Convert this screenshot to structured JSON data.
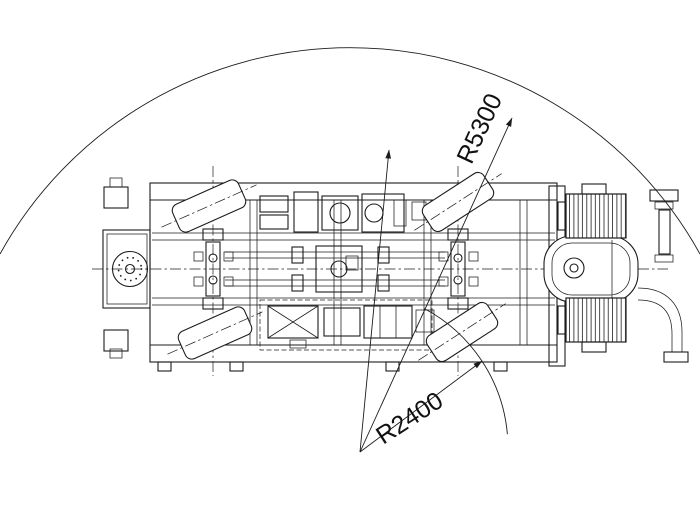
{
  "colors": {
    "background": "#ffffff",
    "line": "#1c1c1c",
    "text": "#111111"
  },
  "annotations": {
    "outer_radius_label": "R5300",
    "inner_radius_label": "R2400",
    "outer_radius_value": 5300,
    "inner_radius_value": 2400
  }
}
